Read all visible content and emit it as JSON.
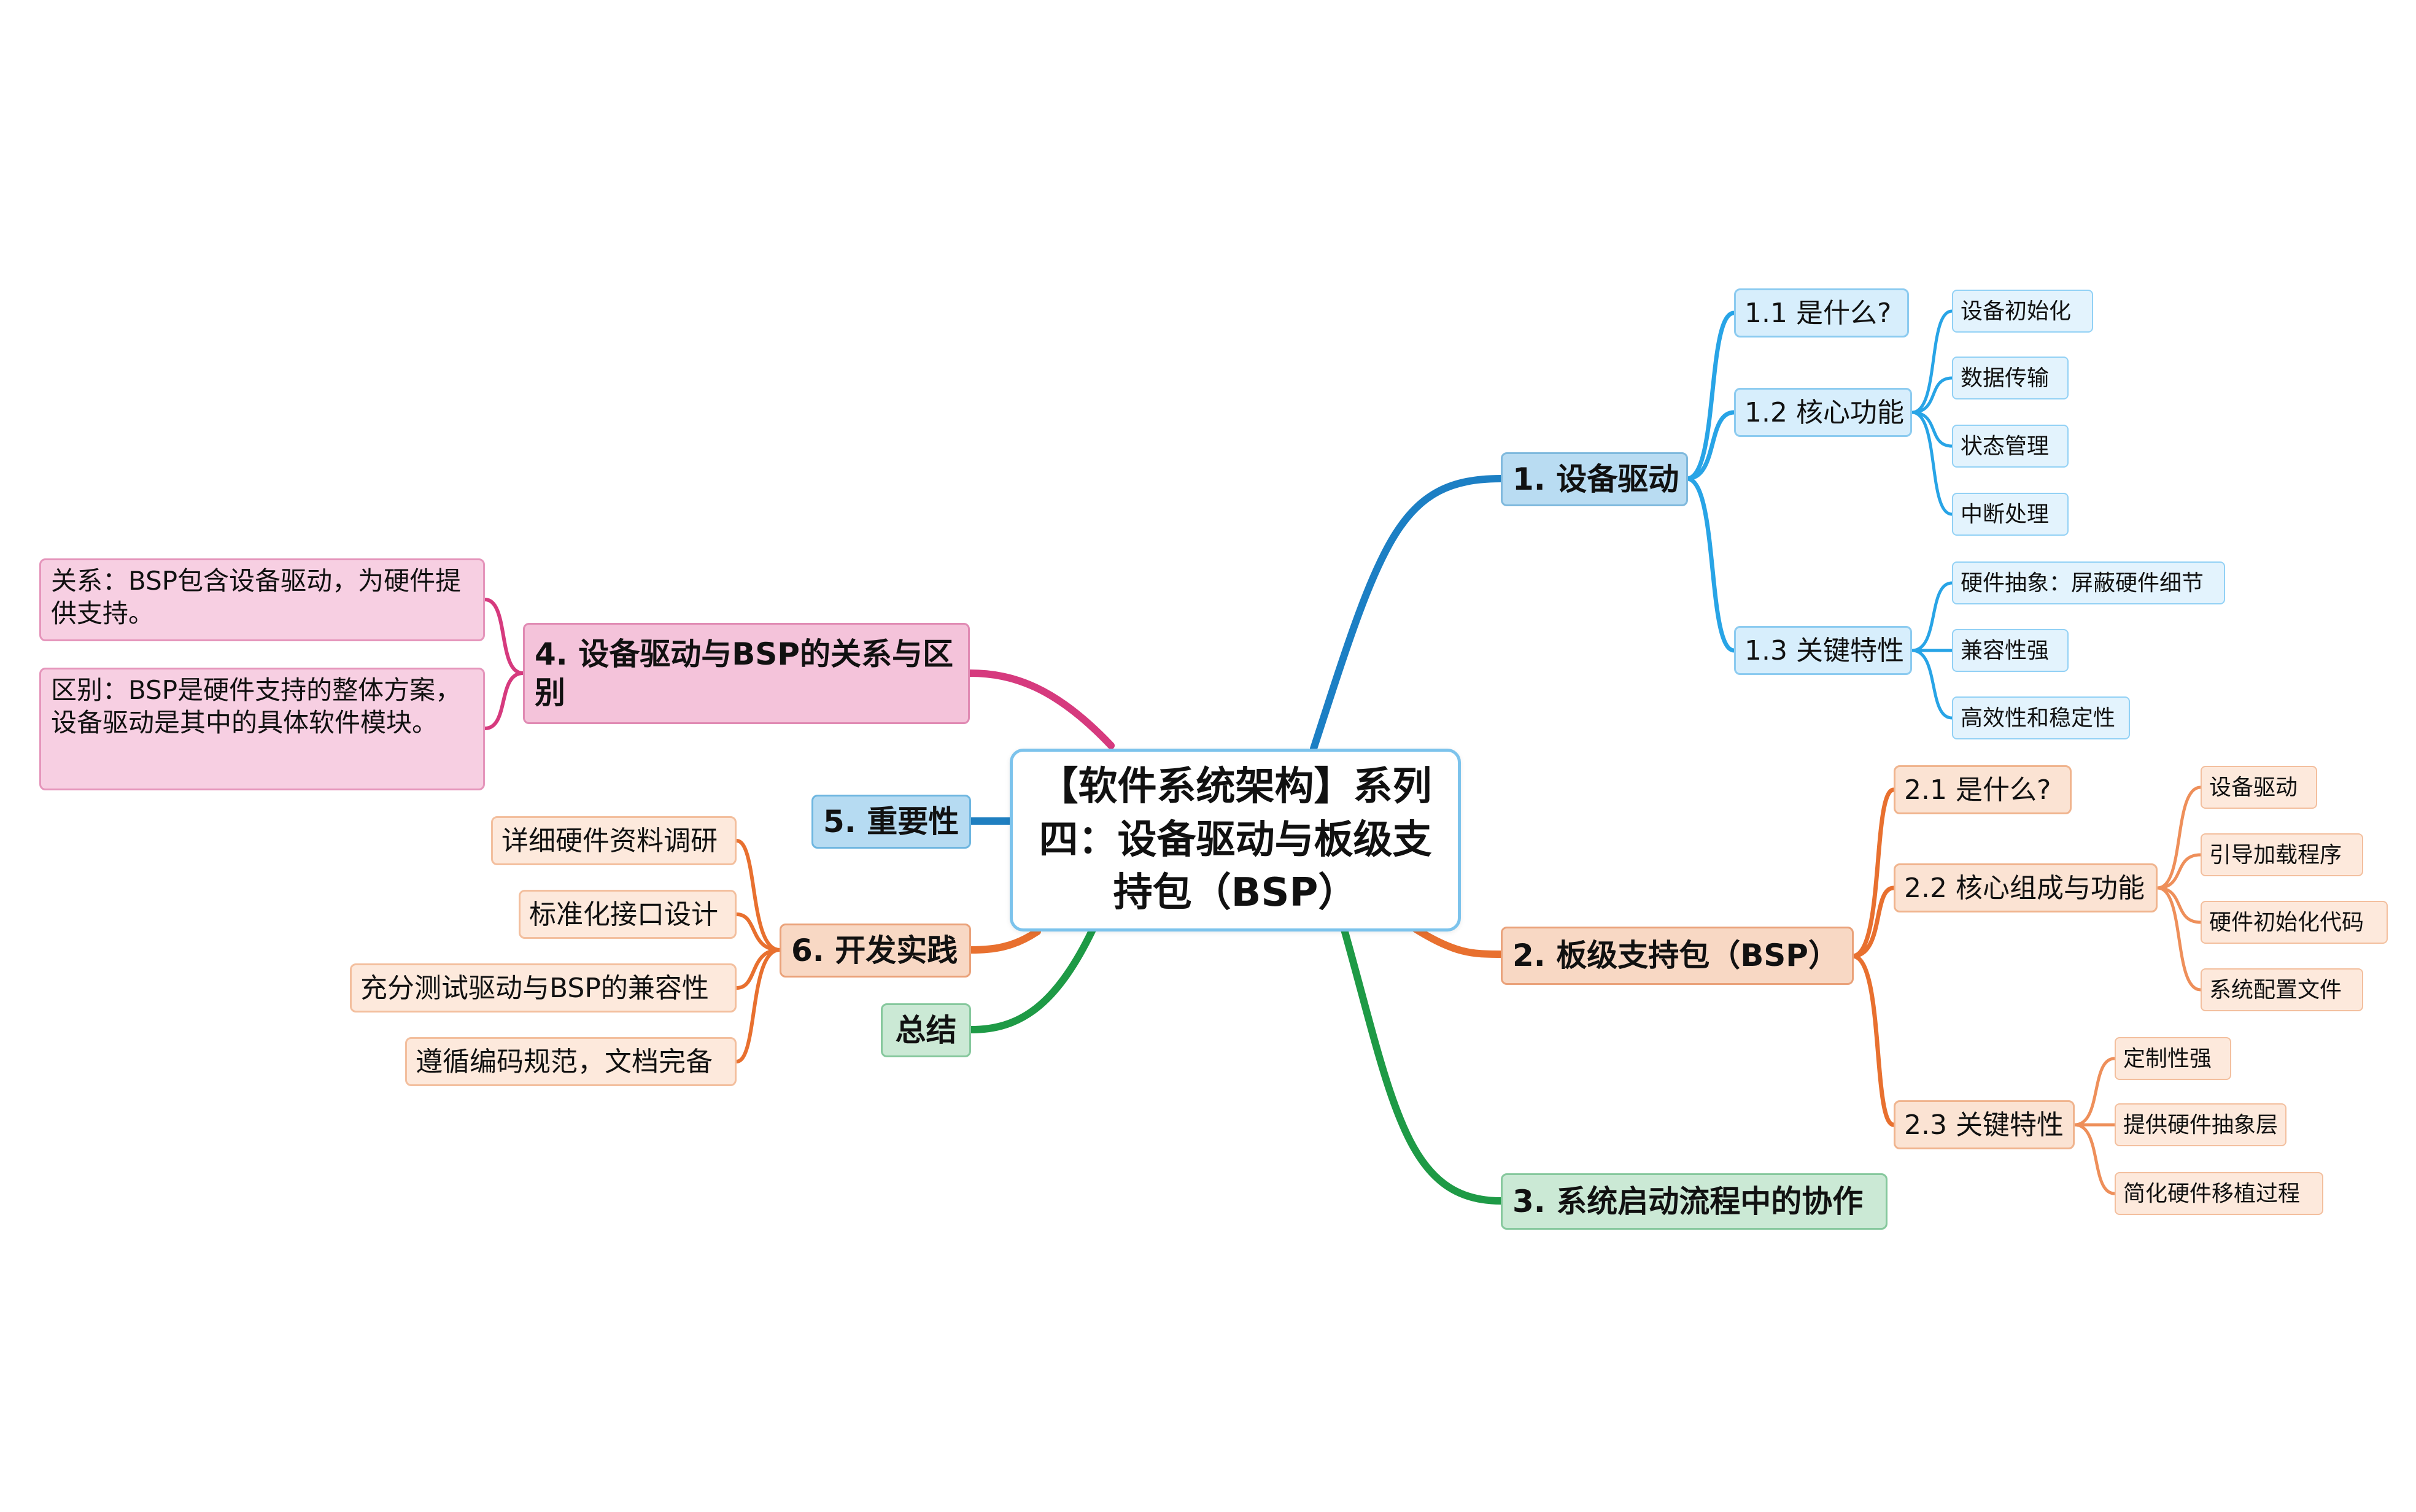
{
  "mindmap": {
    "root": "【软件系统架构】系列四：设备驱动与板级支持包（BSP）",
    "colors": {
      "blue": "#1c7fc4",
      "light_blue": "#28a4e6",
      "orange": "#e8702f",
      "green": "#1e9a46",
      "pink": "#d63a7e",
      "sky": "#1f7fc0"
    },
    "branch1": {
      "title": "1. 设备驱动",
      "what": "1.1 是什么?",
      "core": "1.2 核心功能",
      "core_items": [
        "设备初始化",
        "数据传输",
        "状态管理",
        "中断处理"
      ],
      "features": "1.3 关键特性",
      "feature_items": [
        "硬件抽象：屏蔽硬件细节",
        "兼容性强",
        "高效性和稳定性"
      ]
    },
    "branch2": {
      "title": "2. 板级支持包（BSP）",
      "what": "2.1 是什么?",
      "core": "2.2 核心组成与功能",
      "core_items": [
        "设备驱动",
        "引导加载程序",
        "硬件初始化代码",
        "系统配置文件"
      ],
      "features": "2.3 关键特性",
      "feature_items": [
        "定制性强",
        "提供硬件抽象层",
        "简化硬件移植过程"
      ]
    },
    "branch3": {
      "title": "3. 系统启动流程中的协作"
    },
    "branch4": {
      "title": "4. 设备驱动与BSP的关系与区别",
      "relation": "关系：BSP包含设备驱动，为硬件提供支持。",
      "difference": "区别：BSP是硬件支持的整体方案，设备驱动是其中的具体软件模块。"
    },
    "branch5": {
      "title": "5. 重要性"
    },
    "branch6": {
      "title": "6. 开发实践",
      "items": [
        "详细硬件资料调研",
        "标准化接口设计",
        "充分测试驱动与BSP的兼容性",
        "遵循编码规范，文档完备"
      ]
    },
    "summary": {
      "title": "总结"
    }
  }
}
